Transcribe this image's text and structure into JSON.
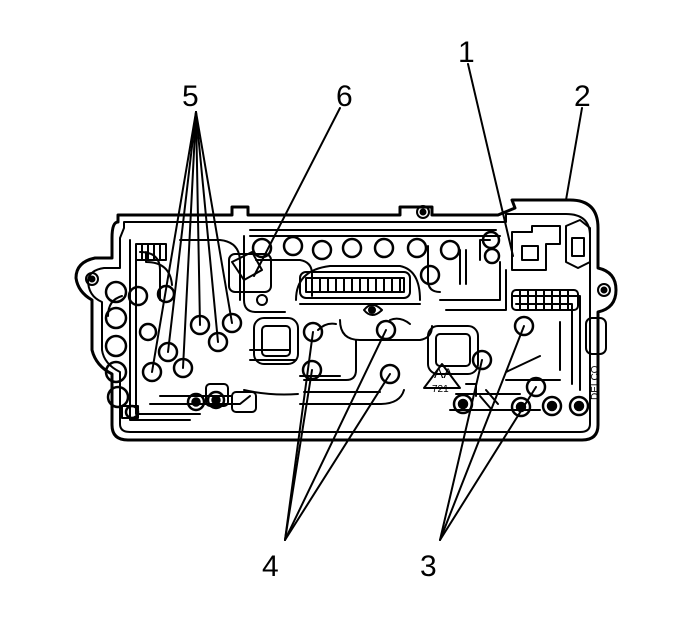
{
  "figure": {
    "style": "black line-art technical illustration, white background",
    "subject": "rear view of instrument cluster circuit board"
  },
  "callouts": [
    {
      "id": "c1",
      "label": "1"
    },
    {
      "id": "c2",
      "label": "2"
    },
    {
      "id": "c3",
      "label": "3"
    },
    {
      "id": "c4",
      "label": "4"
    },
    {
      "id": "c5",
      "label": "5"
    },
    {
      "id": "c6",
      "label": "6"
    }
  ],
  "board_marks": {
    "code_letters": "AA",
    "code_number": "721",
    "brand": "DELCO"
  },
  "colors": {
    "line": "#000000",
    "background": "#ffffff"
  }
}
